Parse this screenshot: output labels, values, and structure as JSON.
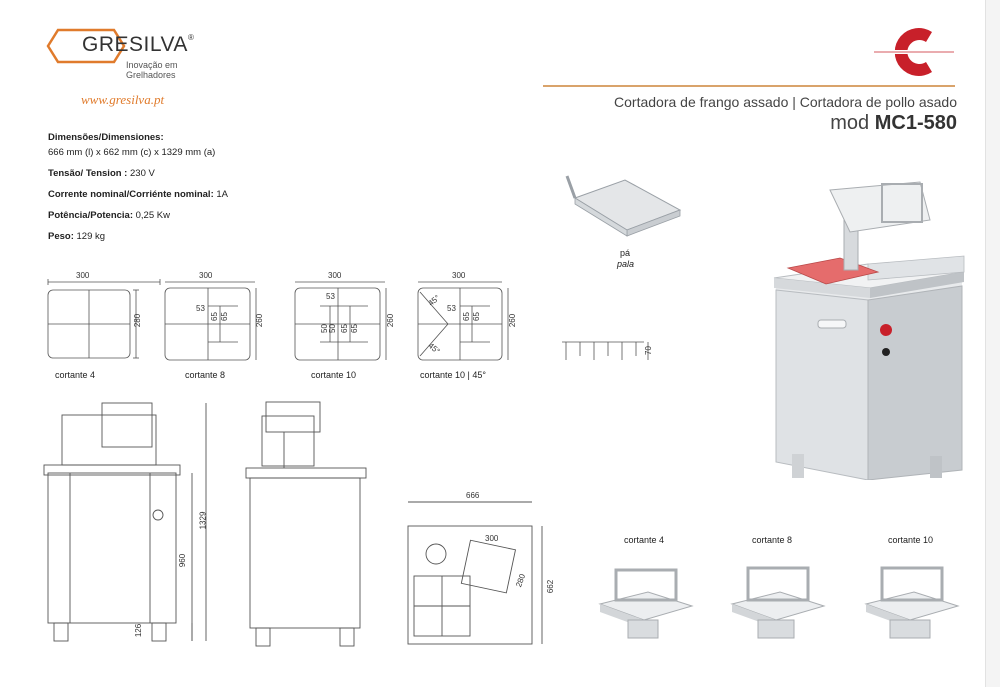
{
  "brand": {
    "name": "GRESILVA",
    "registered": "®",
    "tagline_line1": "Inovação em",
    "tagline_line2": "Grelhadores",
    "website": "www.gresilva.pt",
    "accent_color": "#e07b2c",
    "logo_mark_color": "#c8202a"
  },
  "header": {
    "subtitle": "Cortadora de frango assado | Cortadora de pollo asado",
    "model_prefix": "mod",
    "model_code": "MC1-580"
  },
  "specs": [
    {
      "label": "Dimensões/Dimensiones:",
      "value": ""
    },
    {
      "label": "",
      "value": "666 mm (l) x 662 mm (c) x 1329 mm (a)"
    },
    {
      "label": "Tensão/ Tension :",
      "value": " 230 V"
    },
    {
      "label": "Corrente nominal/Corriénte nominal:",
      "value": " 1A"
    },
    {
      "label": "Potência/Potencia:",
      "value": " 0,25 Kw"
    },
    {
      "label": "Peso:",
      "value": " 129 kg"
    }
  ],
  "blade_patterns": [
    {
      "caption": "cortante 4",
      "width": "300",
      "height": "280",
      "marks": []
    },
    {
      "caption": "cortante 8",
      "width": "300",
      "height": "260",
      "marks": [
        "53",
        "65",
        "65"
      ]
    },
    {
      "caption": "cortante 10",
      "width": "300",
      "height": "260",
      "marks": [
        "53",
        "65",
        "65",
        "50",
        "50"
      ]
    },
    {
      "caption": "cortante 10 | 45°",
      "width": "300",
      "height": "260",
      "marks": [
        "45°",
        "45°",
        "53",
        "65",
        "65"
      ]
    }
  ],
  "blade_side_dim": "70",
  "shovel": {
    "line1": "pá",
    "line2": "pala"
  },
  "front_view": {
    "height_total": "1329",
    "height_counter": "960",
    "height_legs": "126"
  },
  "top_view": {
    "width": "666",
    "depth": "662",
    "cutter_width": "300",
    "cutter_depth": "280"
  },
  "cutter_heads": [
    {
      "caption": "cortante 4"
    },
    {
      "caption": "cortante 8"
    },
    {
      "caption": "cortante 10"
    }
  ]
}
